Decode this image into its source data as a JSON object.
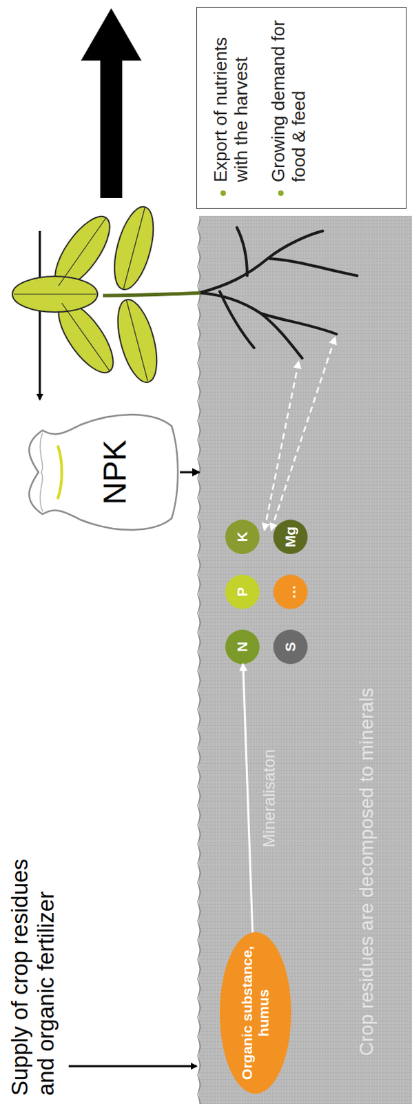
{
  "diagram": {
    "nodes": [
      {
        "text": [
          "NPK"
        ]
      },
      {
        "text": [
          "Crop residues are decomposed to minerals"
        ]
      },
      {
        "text": [
          "Organic substance, humus"
        ],
        "in": 1
      },
      {
        "text": [
          "N"
        ],
        "in": 1
      },
      {
        "text": [
          "P"
        ],
        "in": 1
      },
      {
        "text": [
          "K"
        ],
        "in": 1
      },
      {
        "text": [
          "S"
        ],
        "in": 1
      },
      {
        "text": [
          "Mg"
        ],
        "in": 1
      },
      {
        "text": [
          "…"
        ],
        "in": 1
      },
      {
        "text": [
          "Export of nutrients with the harvest",
          "Growing demand for food & feed"
        ]
      }
    ],
    "edges": [
      {
        "from": 0,
        "to": 1,
        "arrow": "to"
      },
      {
        "from": 2,
        "to": 3,
        "label": "Mineralisaton",
        "arrow": "to"
      }
    ],
    "labels": [
      "Supply of crop residues and organic fertilizer"
    ]
  }
}
